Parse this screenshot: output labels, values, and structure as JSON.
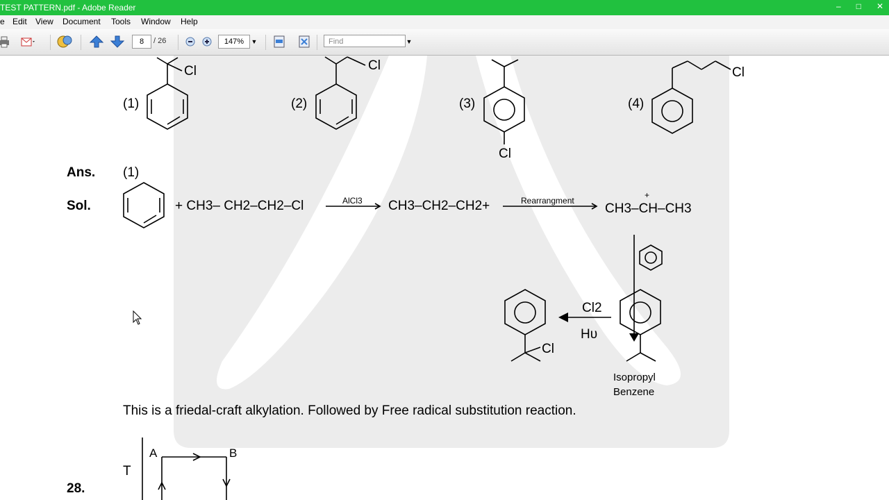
{
  "window": {
    "title": "TEST PATTERN.pdf - Adobe Reader",
    "controls": [
      "–",
      "□",
      "✕"
    ]
  },
  "menu": [
    "e",
    "Edit",
    "View",
    "Document",
    "Tools",
    "Window",
    "Help"
  ],
  "toolbar": {
    "page_current": "8",
    "page_total": "/ 26",
    "zoom": "147%",
    "find_placeholder": "Find"
  },
  "doc": {
    "options": [
      "(1)",
      "(2)",
      "(3)",
      "(4)"
    ],
    "cl": "Cl",
    "ans_label": "Ans.",
    "ans_value": "(1)",
    "sol_label": "Sol.",
    "reactant": "+ CH3– CH2–CH2–Cl",
    "catalyst": "AlCl3",
    "carbocation1": "CH3–CH2–CH2+",
    "rearr": "Rearrangment",
    "carbocation2": "CH3–CH–CH3",
    "plus": "+",
    "cl2": "Cl2",
    "hv": "Hυ",
    "product_name_1": "Isopropyl",
    "product_name_2": "Benzene",
    "sentence": "This is a friedal-craft alkylation. Followed by Free radical substitution reaction.",
    "q_number": "28.",
    "graph_y": "T",
    "graph_a": "A",
    "graph_b": "B"
  }
}
